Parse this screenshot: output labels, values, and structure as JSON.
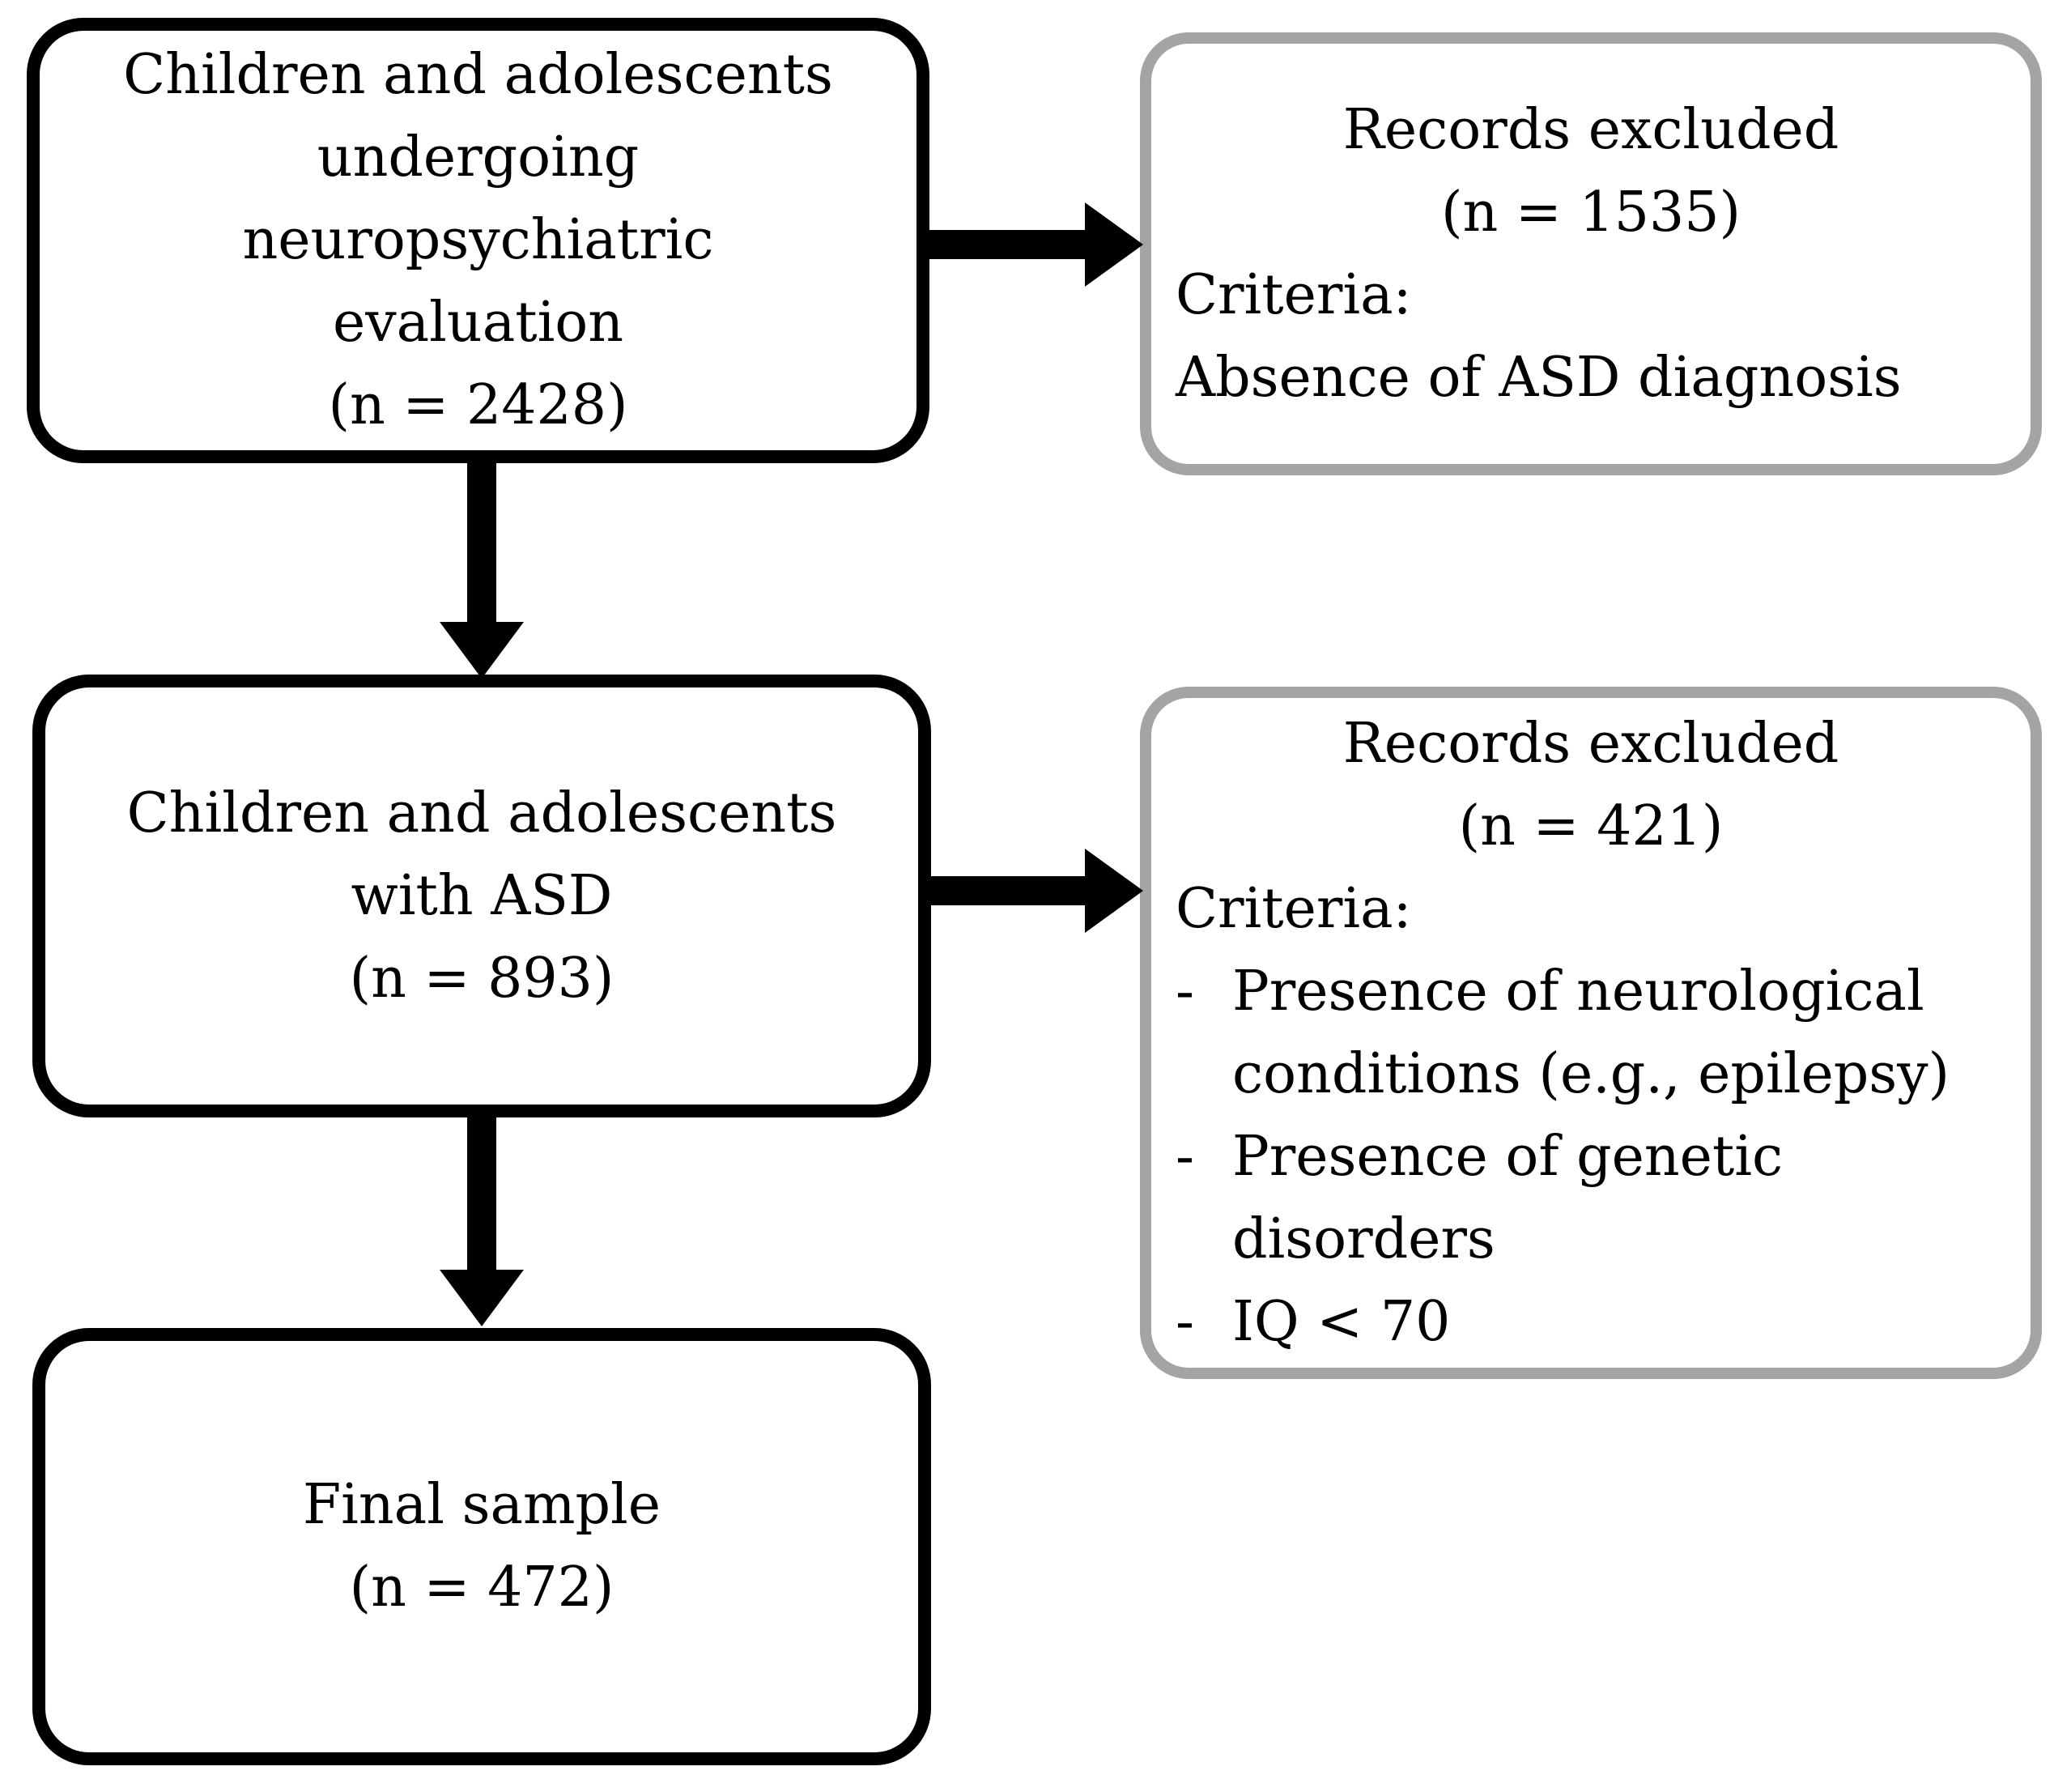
{
  "diagram": {
    "colors": {
      "background": "#ffffff",
      "text": "#000000",
      "black_box_border": "#000000",
      "gray_box_border": "#a4a4a4"
    },
    "boxes": {
      "population": {
        "lines": [
          "Children and adolescents",
          "undergoing",
          "neuropsychiatric",
          "evaluation",
          "(n = 2428)"
        ]
      },
      "excluded1": {
        "title": "Records excluded",
        "count": "(n = 1535)",
        "criteria_label": "Criteria:",
        "criteria_line": "Absence of ASD diagnosis"
      },
      "asd": {
        "lines": [
          "Children and adolescents",
          "with ASD",
          "(n = 893)"
        ]
      },
      "excluded2": {
        "title": "Records excluded",
        "count": "(n = 421)",
        "criteria_label": "Criteria:",
        "bullet_marker": "-",
        "bullets": [
          {
            "lines": [
              "Presence of neurological",
              "conditions (e.g., epilepsy)"
            ]
          },
          {
            "lines": [
              "Presence of genetic",
              "disorders"
            ]
          },
          {
            "lines": [
              "IQ < 70"
            ]
          }
        ]
      },
      "final": {
        "lines": [
          "Final sample",
          "(n = 472)"
        ]
      }
    }
  }
}
